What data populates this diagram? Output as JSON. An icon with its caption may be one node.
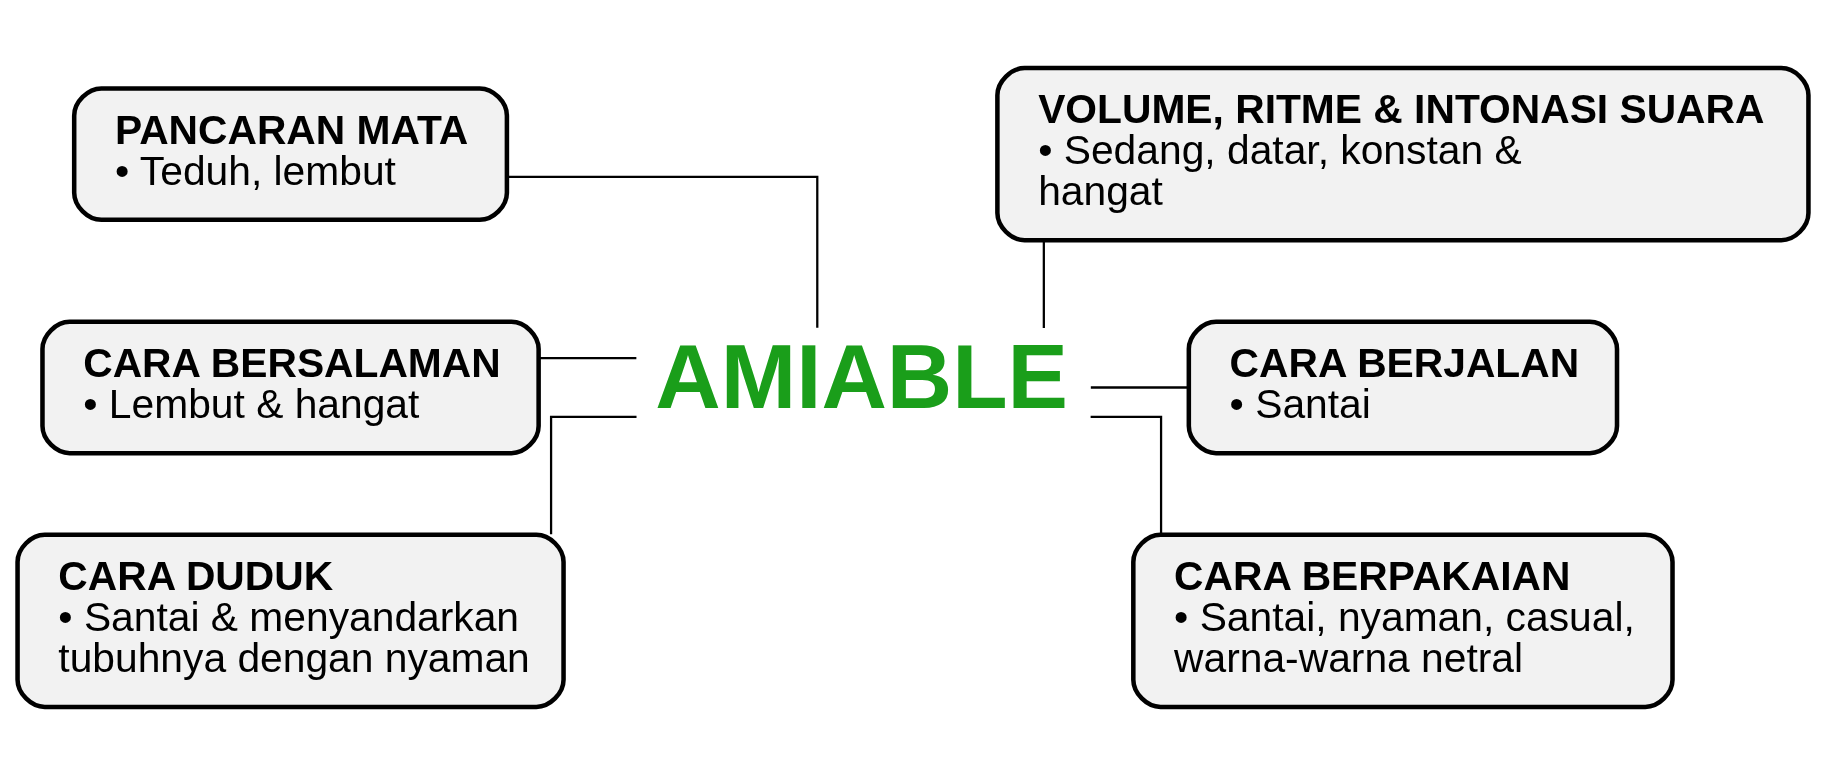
{
  "diagram": {
    "nodes": [
      {
        "text": [
          "AMIABLE"
        ]
      },
      {
        "text": [
          "PANCARAN MATA",
          "• Teduh, lembut"
        ]
      },
      {
        "text": [
          "VOLUME, RITME & INTONASI SUARA",
          "• Sedang, datar, konstan & hangat"
        ]
      },
      {
        "text": [
          "CARA BERSALAMAN",
          "• Lembut & hangat"
        ]
      },
      {
        "text": [
          "CARA BERJALAN",
          "• Santai"
        ]
      },
      {
        "text": [
          "CARA DUDUK",
          "• Santai & menyandarkan tubuhnya dengan nyaman"
        ]
      },
      {
        "text": [
          "CARA BERPAKAIAN",
          "• Santai, nyaman, casual, warna-warna netral"
        ]
      }
    ],
    "edges": [
      {
        "from": 0,
        "to": 1,
        "arrow": "none"
      },
      {
        "from": 0,
        "to": 2,
        "arrow": "none"
      },
      {
        "from": 0,
        "to": 3,
        "arrow": "none"
      },
      {
        "from": 0,
        "to": 4,
        "arrow": "none"
      },
      {
        "from": 0,
        "to": 5,
        "arrow": "none"
      },
      {
        "from": 0,
        "to": 6,
        "arrow": "none"
      }
    ]
  }
}
